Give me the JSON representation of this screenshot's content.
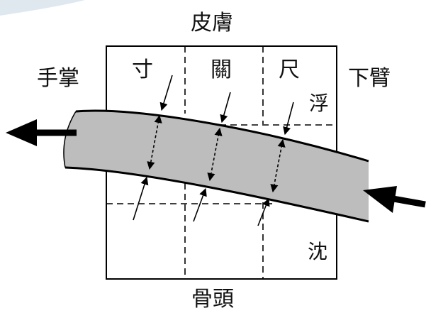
{
  "labels": {
    "skin": "皮膚",
    "bone": "骨頭",
    "palm": "手掌",
    "forearm": "下臂",
    "cun": "寸",
    "guan": "關",
    "chi": "尺",
    "floating": "浮",
    "deep": "沈"
  },
  "colors": {
    "vessel_fill": "#bdbdbd",
    "stroke": "#000000",
    "corner_tint": "#dfe8ee"
  }
}
